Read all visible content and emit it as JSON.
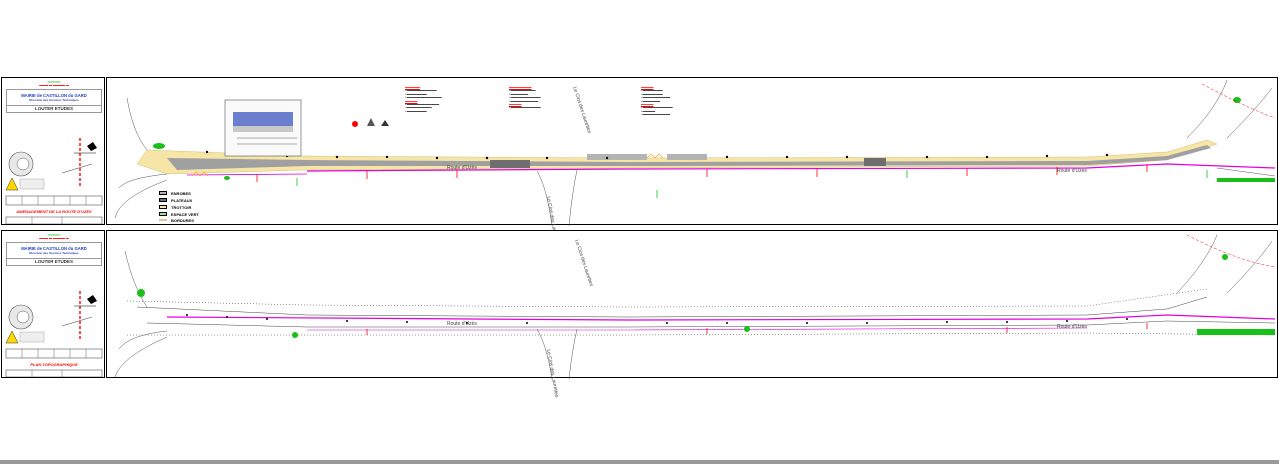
{
  "sheets": [
    {
      "cartouche": {
        "org_title": "MAIRIE de CASTILLON du GARD",
        "service": "Direction des Services Techniques",
        "stamp": "LOUTER ETUDES",
        "plan_title": "AMENAGEMENT DE LA ROUTE D'UZES"
      },
      "streets": [
        "Le Clos des Laurettes",
        "Route d'Uzès",
        "Route d'Uzès"
      ],
      "legend": [
        {
          "label": "ENROBES",
          "color": "#b4b4b4"
        },
        {
          "label": "PLATEAUX",
          "color": "#6e6e6e"
        },
        {
          "label": "TROTTOIR",
          "color": "#f5e6a8"
        },
        {
          "label": "ESPACE VERT",
          "color": "#9fe08a"
        },
        {
          "label": "BORDURES",
          "color": "#d8c890"
        }
      ]
    },
    {
      "cartouche": {
        "org_title": "MAIRIE de CASTILLON du GARD",
        "service": "Direction des Services Techniques",
        "stamp": "LOUTER ETUDES",
        "plan_title": "PLAN TOPOGRAPHIQUE"
      },
      "streets": [
        "Le Clos des Laurettes",
        "Route d'Uzès",
        "Route d'Uzès"
      ]
    }
  ],
  "colors": {
    "frame": "#000000",
    "road_grey": "#9a9a9a",
    "sidewalk": "#f5e6a8",
    "magenta": "#e000e0",
    "green": "#19c019",
    "red": "#ff0000"
  }
}
